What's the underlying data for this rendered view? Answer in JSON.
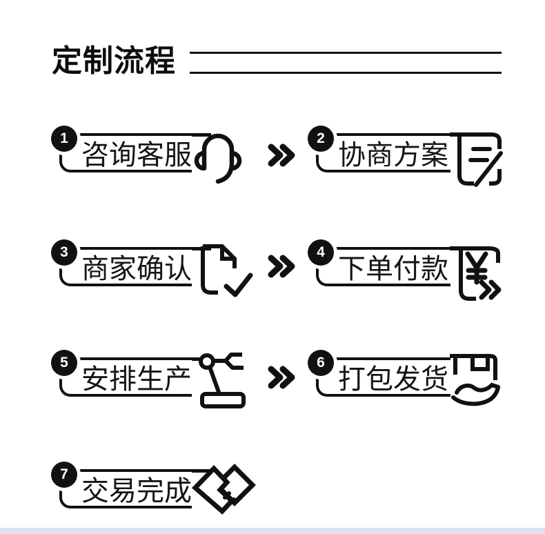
{
  "header": {
    "title": "定制流程"
  },
  "steps": [
    {
      "num": "1",
      "label": "咨询客服",
      "icon": "headset-icon"
    },
    {
      "num": "2",
      "label": "协商方案",
      "icon": "document-pen-icon"
    },
    {
      "num": "3",
      "label": "商家确认",
      "icon": "document-check-icon"
    },
    {
      "num": "4",
      "label": "下单付款",
      "icon": "yen-payment-icon"
    },
    {
      "num": "5",
      "label": "安排生产",
      "icon": "robot-arm-icon"
    },
    {
      "num": "6",
      "label": "打包发货",
      "icon": "package-hand-icon"
    },
    {
      "num": "7",
      "label": "交易完成",
      "icon": "handshake-icon"
    }
  ],
  "flow_arrow_icon": "double-chevron-right",
  "colors": {
    "ink": "#111111",
    "background": "#ffffff",
    "bottom_strip": "#dce3f5"
  }
}
